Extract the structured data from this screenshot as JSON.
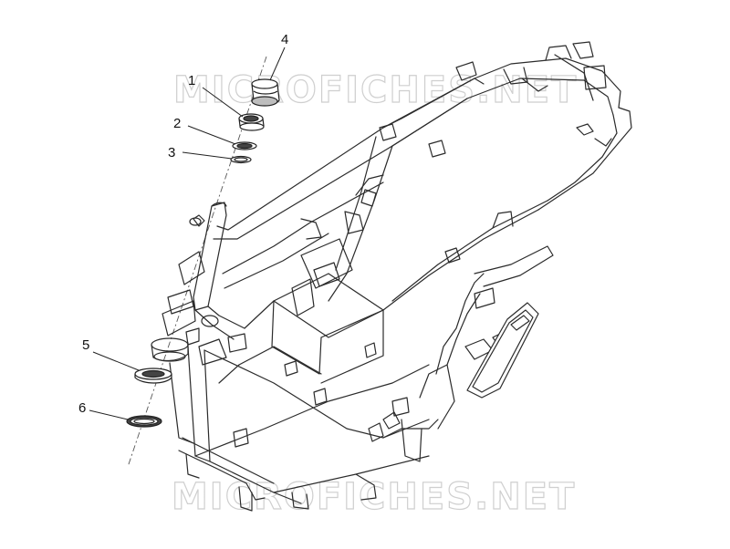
{
  "watermark": {
    "top": "MICROFICHES.NET",
    "bottom": "MICROFICHES.NET"
  },
  "callouts": [
    {
      "id": "1",
      "label": "1"
    },
    {
      "id": "2",
      "label": "2"
    },
    {
      "id": "3",
      "label": "3"
    },
    {
      "id": "4",
      "label": "4"
    },
    {
      "id": "5",
      "label": "5"
    },
    {
      "id": "6",
      "label": "6"
    }
  ]
}
